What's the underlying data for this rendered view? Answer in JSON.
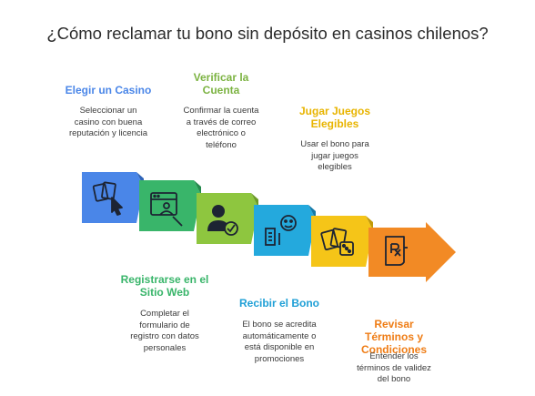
{
  "title": "¿Cómo reclamar tu bono sin depósito en casinos chilenos?",
  "colors": {
    "blue": "#4a86e8",
    "green": "#39b56a",
    "lime": "#8ec63f",
    "cyan": "#24a9dd",
    "yellow": "#f5c518",
    "orange": "#f28a25"
  },
  "steps": [
    {
      "title": "Elegir un Casino",
      "desc": [
        "Seleccionar un",
        "casino con buena",
        "reputación y licencia"
      ],
      "color": "#4a86e8",
      "icon": "cards-pointer-icon"
    },
    {
      "title": "Registrarse en el Sitio Web",
      "desc": [
        "Completar el",
        "formulario de",
        "registro con datos",
        "personales"
      ],
      "color": "#39b56a",
      "icon": "web-registration-icon"
    },
    {
      "title": "Verificar la Cuenta",
      "desc": [
        "Confirmar la cuenta",
        "a través de correo",
        "electrónico o",
        "teléfono"
      ],
      "color": "#8ec63f",
      "icon": "user-verified-icon"
    },
    {
      "title": "Recibir el Bono",
      "desc": [
        "El bono se acredita",
        "automáticamente o",
        "está disponible en",
        "promociones"
      ],
      "color": "#24a9dd",
      "icon": "smiley-building-icon"
    },
    {
      "title": "Jugar Juegos Elegibles",
      "desc": [
        "Usar el bono para",
        "jugar juegos",
        "elegibles"
      ],
      "color": "#f5c518",
      "icon": "dice-cards-icon"
    },
    {
      "title": "Revisar Términos y Condiciones",
      "desc": [
        "Entender los",
        "términos de validez",
        "del bono"
      ],
      "color": "#f28a25",
      "icon": "prescription-icon"
    }
  ]
}
